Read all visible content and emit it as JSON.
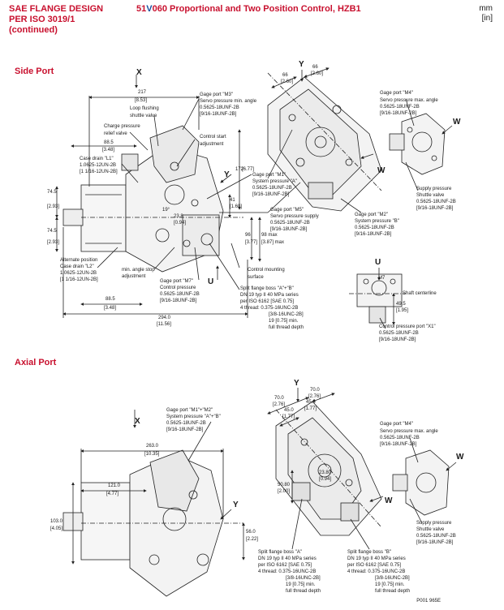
{
  "header": {
    "title_lines": [
      "SAE FLANGE DESIGN",
      "PER ISO 3019/1",
      "(continued)"
    ],
    "model_prefix": "51",
    "model_v": "V",
    "model_rest": "060 Proportional and Two Position Control, HZB1",
    "units_mm": "mm",
    "units_in": "[in]"
  },
  "side_port": {
    "title": "Side Port",
    "labels": {
      "x": "X",
      "y": "Y",
      "y2": "Y",
      "u": "U",
      "u2": "U",
      "w": "W",
      "w2": "W",
      "dim_217": "217",
      "dim_217_in": "[8.53]",
      "loop_flushing": "Loop flushing",
      "shuttle_valve": "shuttle valve",
      "charge_pressure": "Charge pressure",
      "relief_valve": "relief valve",
      "dim_88_5": "88.5",
      "dim_88_5_in": "[3.48]",
      "case_drain_l1": "Case drain \"L1\"",
      "l1_thread1": "1.0625-12UN-2B",
      "l1_thread2": "[1 1/16-12UN-2B]",
      "dim_74_5": "74.5",
      "dim_74_5_in": "[2.93]",
      "dim_74_5b": "74.5",
      "dim_74_5b_in": "[2.93]",
      "alt_position": "Alternate position",
      "case_drain_l2": "Case drain \"L2\"",
      "l2_thread1": "1.0625-12UN-2B",
      "l2_thread2": "[1 1/16-12UN-2B]",
      "gage_m3": "Gage port \"M3\"",
      "m3_desc": "Servo pressure min. angle",
      "m3_thread1": "0.5625-18UNF-2B",
      "m3_thread2": "[9/16-18UNF-2B]",
      "control_start": "Control start",
      "adjustment": "adjustment",
      "dim_172": "172",
      "dim_172_in": "[6.77]",
      "dim_41": "41",
      "dim_41_in": "[1.60]",
      "dim_19": "19°",
      "dim_23_8": "23.8",
      "dim_23_8_in": "[0.94]",
      "gage_m1": "Gage port \"M1\"",
      "m1_desc": "System pressure \"A\"",
      "m1_thread1": "0.5625-18UNF-2B",
      "m1_thread2": "[9/16-18UNF-2B]",
      "gage_m5": "Gage port \"M5\"",
      "m5_desc": "Servo pressure supply",
      "m5_thread1": "0.5625-18UNF-2B",
      "m5_thread2": "[9/16-18UNF-2B]",
      "dim_96": "96",
      "dim_96_in": "[3.77]",
      "dim_98": "98 max",
      "dim_98_in": "[3.87] max",
      "min_angle_stop": "min. angle stop",
      "min_adjust": "adjustment",
      "gage_m7": "Gage port \"M7\"",
      "m7_desc": "Control pressure",
      "m7_thread1": "0.5625-18UNF-2B",
      "m7_thread2": "[9/16-18UNF-2B]",
      "control_mounting": "Control mounting",
      "surface": "surface",
      "split_flange": "Split flange boss \"A\"+\"B\"",
      "sf_l1": "DN 19 typ II 40 MPa series",
      "sf_l2": "per ISO 6162 [SAE 0.75]",
      "sf_l3": "4 thread:  0.375-16UNC-2B",
      "sf_l4": "[3/8-16UNC-2B]",
      "sf_l5": "19 [0.75] min.",
      "sf_l6": "full thread depth",
      "dim_88_5c": "88.5",
      "dim_88_5c_in": "[3.48]",
      "dim_294": "294.0",
      "dim_294_in": "[11.56]",
      "dim_66a": "66",
      "dim_66a_in": "[2.60]",
      "dim_66b": "66",
      "dim_66b_in": "[2.60]",
      "gage_m4": "Gage port \"M4\"",
      "m4_desc": "Servo pressure max. angle",
      "m4_thread1": "0.5625-18UNF-2B",
      "m4_thread2": "[9/16-18UNF-2B]",
      "gage_m2": "Gage port \"M2\"",
      "m2_desc": "System pressure \"B\"",
      "m2_thread1": "0.5625-18UNF-2B",
      "m2_thread2": "[9/16-18UNF-2B]",
      "supply_pressure": "Supply pressure",
      "shuttle_valve2": "Shuttle valve",
      "sv_thread1": "0.5625-18UNF-2B",
      "sv_thread2": "[9/16-18UNF-2B]",
      "m7_label": "M7",
      "shaft_centerline": "Shaft centerline",
      "dim_49_5": "49.5",
      "dim_49_5_in": "[1.95]",
      "gage_x1": "Control pressure port \"X1\"",
      "x1_thread1": "0.5625-18UNF-2B",
      "x1_thread2": "[9/16-18UNF-2B]"
    }
  },
  "axial_port": {
    "title": "Axial Port",
    "labels": {
      "x": "X",
      "y": "Y",
      "y2": "Y",
      "w": "W",
      "w2": "W",
      "gage_m1m2": "Gage port \"M1\"+\"M2\"",
      "ab_desc": "System pressure \"A\"+\"B\"",
      "ab_thread1": "0.5625-18UNF-2B",
      "ab_thread2": "[9/16-18UNF-2B]",
      "dim_263": "263.0",
      "dim_263_in": "[10.35]",
      "dim_121": "121.0",
      "dim_121_in": "[4.77]",
      "dim_103": "103.0",
      "dim_103_in": "[4.05]",
      "dim_56": "56.0",
      "dim_56_in": "[2.22]",
      "dim_70": "70.0",
      "dim_70_in": "[2.76]",
      "dim_45": "45.0",
      "dim_45_in": "[1.77]",
      "dim_23_8": "23.80",
      "dim_23_8_in": "[0.94]",
      "dim_50_8": "50.80",
      "dim_50_8_in": "[2.00]",
      "gage_m4": "Gage port \"M4\"",
      "m4_desc": "Servo pressure max. angle",
      "m4_thread1": "0.5625-18UNF-2B",
      "m4_thread2": "[9/16-18UNF-2B]",
      "supply_pressure": "Supply pressure",
      "shuttle_valve": "Shuttle valve",
      "sv_thread1": "0.5625-18UNF-2B",
      "sv_thread2": "[9/16-18UNF-2B]",
      "sfa": "Split flange boss \"A\"",
      "sfb": "Split flange boss \"B\"",
      "sf_l1": "DN 19 typ II 40 MPa series",
      "sf_l2": "per ISO 6162 [SAE 0.75]",
      "sf_l3": "4 thread:    0.375-16UNC-2B",
      "sf_l4": "[3/8-16UNC-2B]",
      "sf_l5": "19 [0.75] min.",
      "sf_l6": "full thread depth"
    }
  },
  "footer_code": "P001 965E"
}
